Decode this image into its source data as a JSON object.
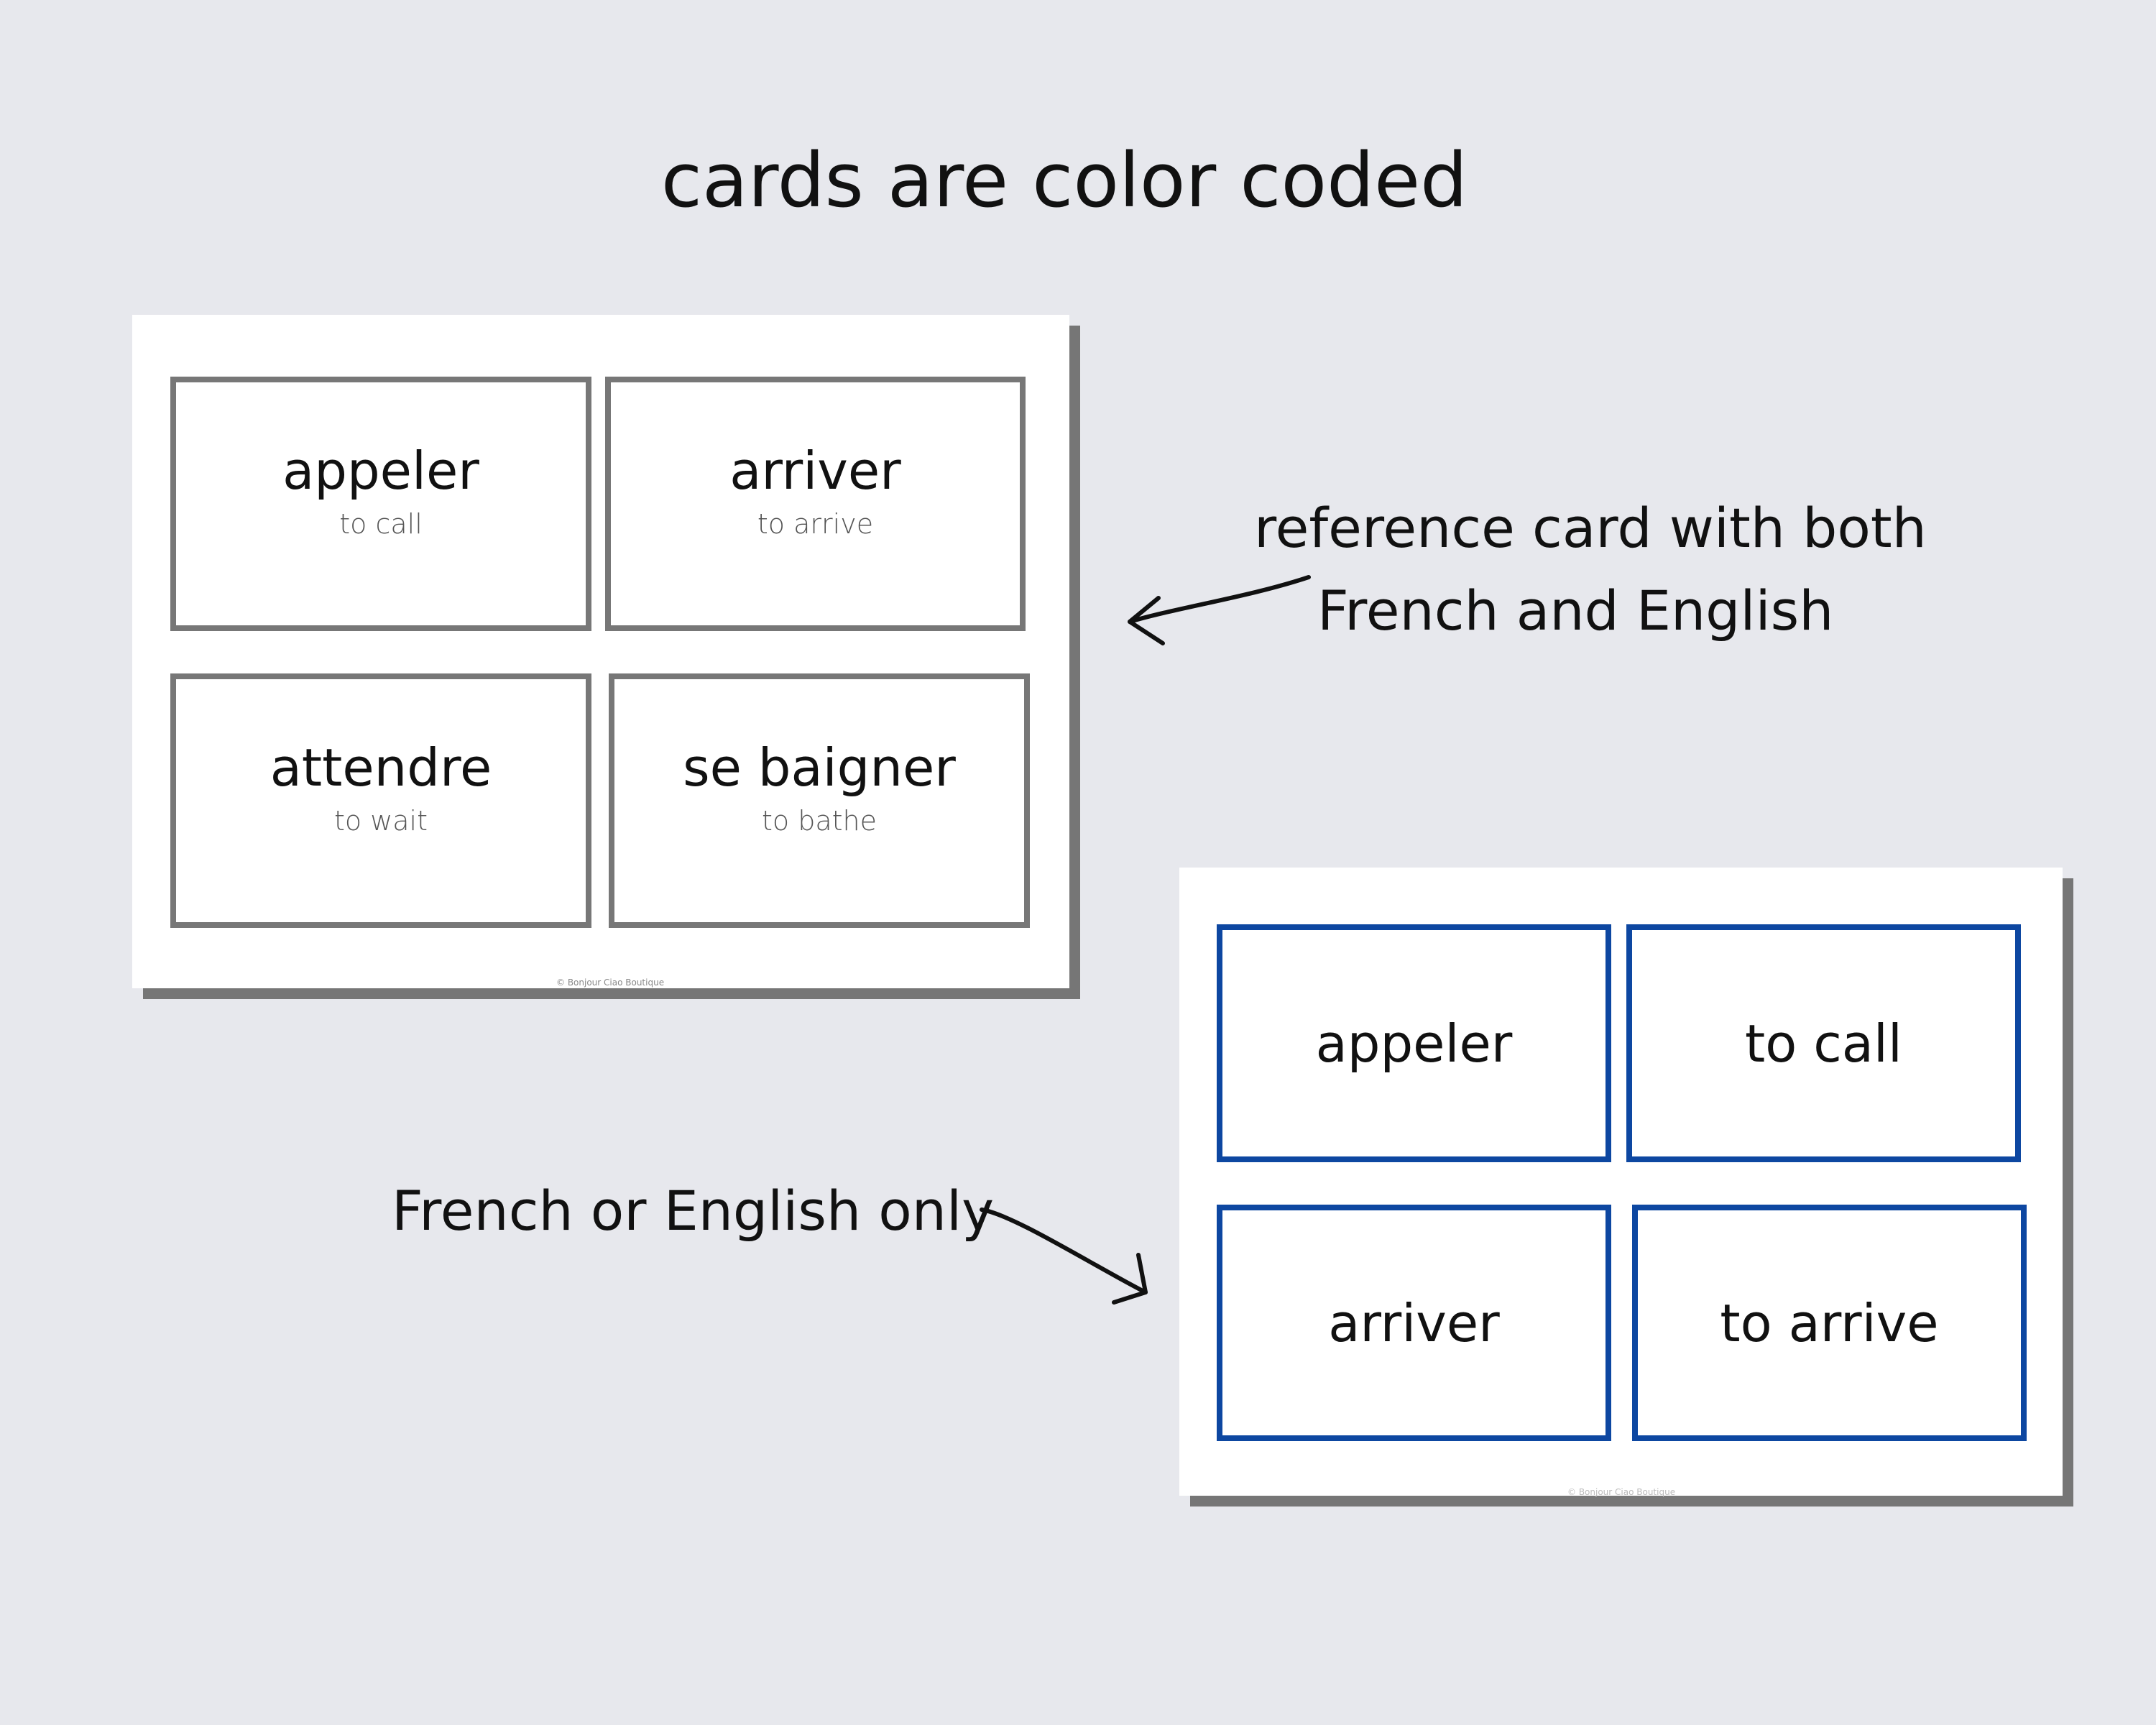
{
  "title": "cards are color coded",
  "reference_sheet": {
    "cards": [
      {
        "french": "appeler",
        "english": "to call"
      },
      {
        "french": "arriver",
        "english": "to arrive"
      },
      {
        "french": "attendre",
        "english": "to wait"
      },
      {
        "french": "se baigner",
        "english": "to bathe"
      }
    ],
    "copyright": "© Bonjour Ciao Boutique",
    "border_color": "#777777"
  },
  "single_sheet": {
    "cards": [
      "appeler",
      "to call",
      "arriver",
      "to arrive"
    ],
    "copyright": "© Bonjour Ciao Boutique",
    "border_color": "#0d47a1"
  },
  "annotations": {
    "reference_line1": "reference card with both",
    "reference_line2": "French and English",
    "single": "French or English only"
  }
}
